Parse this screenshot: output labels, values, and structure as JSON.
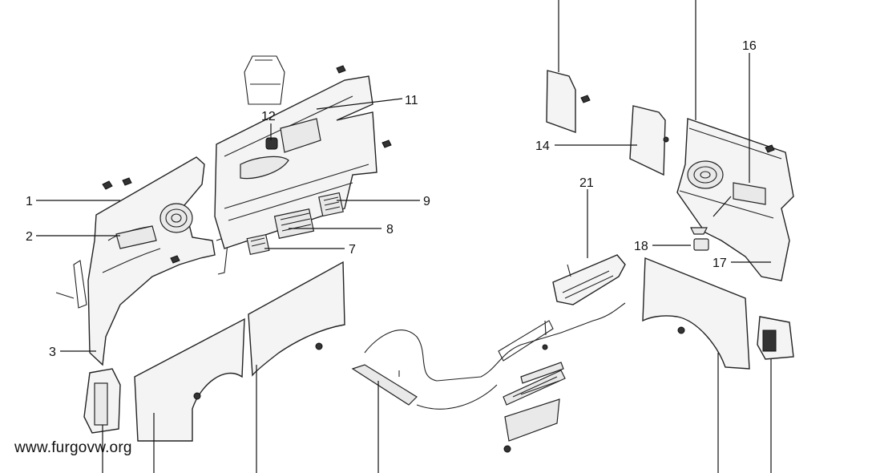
{
  "callouts": {
    "c1": "1",
    "c2": "2",
    "c3": "3",
    "c7": "7",
    "c8": "8",
    "c9": "9",
    "c11": "11",
    "c12": "12",
    "c14": "14",
    "c16": "16",
    "c17": "17",
    "c18": "18",
    "c21": "21"
  },
  "watermark": "www.furgovw.org"
}
